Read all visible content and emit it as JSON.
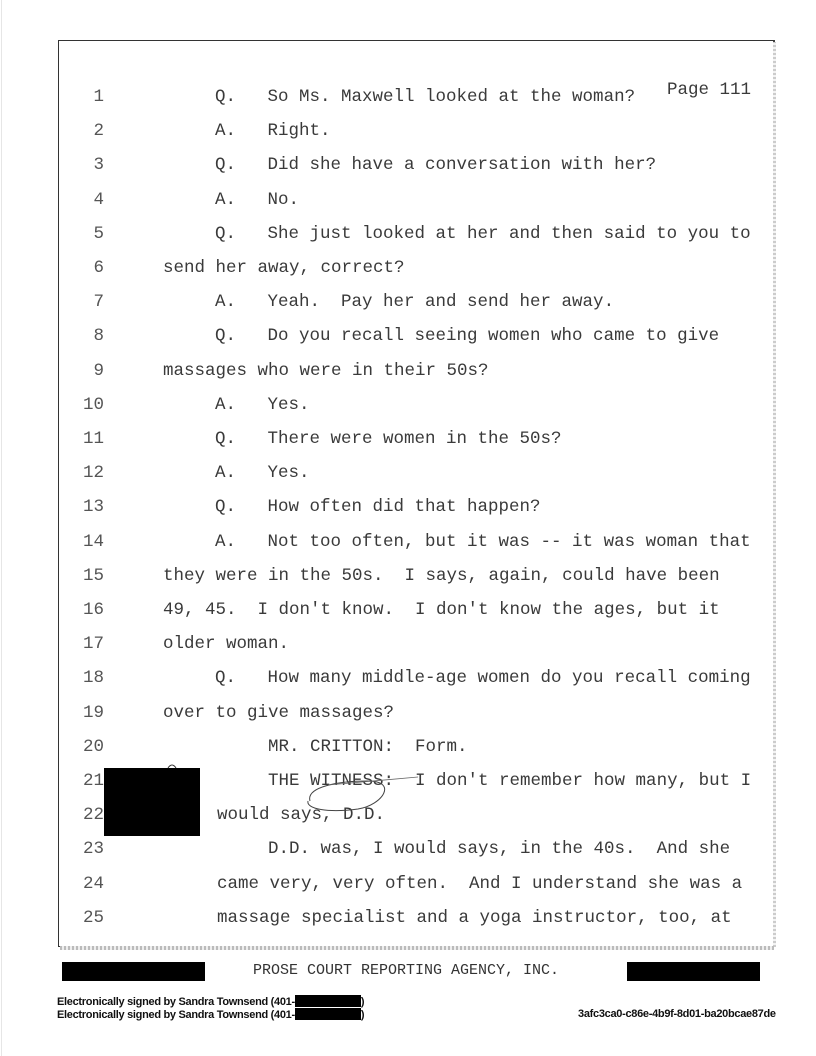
{
  "page_label": "Page 111",
  "lines": [
    {
      "n": "1",
      "text": "Q.   So Ms. Maxwell looked at the woman?"
    },
    {
      "n": "2",
      "text": "A.   Right."
    },
    {
      "n": "3",
      "text": "Q.   Did she have a conversation with her?"
    },
    {
      "n": "4",
      "text": "A.   No."
    },
    {
      "n": "5",
      "text": "Q.   She just looked at her and then said to you to"
    },
    {
      "n": "6",
      "text": "send her away, correct?"
    },
    {
      "n": "7",
      "text": "A.   Yeah.  Pay her and send her away."
    },
    {
      "n": "8",
      "text": "Q.   Do you recall seeing women who came to give"
    },
    {
      "n": "9",
      "text": "massages who were in their 50s?"
    },
    {
      "n": "10",
      "text": "A.   Yes."
    },
    {
      "n": "11",
      "text": "Q.   There were women in the 50s?"
    },
    {
      "n": "12",
      "text": "A.   Yes."
    },
    {
      "n": "13",
      "text": "Q.   How often did that happen?"
    },
    {
      "n": "14",
      "text": "A.   Not too often, but it was -- it was woman that"
    },
    {
      "n": "15",
      "text": "they were in the 50s.  I says, again, could have been"
    },
    {
      "n": "16",
      "text": "49, 45.  I don't know.  I don't know the ages, but it"
    },
    {
      "n": "17",
      "text": "older woman."
    },
    {
      "n": "18",
      "text": "Q.   How many middle-age women do you recall coming"
    },
    {
      "n": "19",
      "text": "over to give massages?"
    },
    {
      "n": "20",
      "text": "MR. CRITTON:  Form."
    },
    {
      "n": "21",
      "text": "THE WITNESS:  I don't remember how many, but I"
    },
    {
      "n": "22",
      "text": "would says, D.D."
    },
    {
      "n": "23",
      "text": "D.D. was, I would says, in the 40s.  And she"
    },
    {
      "n": "24",
      "text": "came very, very often.  And I understand she was a"
    },
    {
      "n": "25",
      "text": "massage specialist and a yoga instructor, too, at"
    }
  ],
  "footer": {
    "agency": "PROSE COURT REPORTING AGENCY, INC.",
    "signatures": [
      "Electronically signed by Sandra Townsend (401-",
      "Electronically signed by Sandra Townsend (401-"
    ],
    "signature_close": ")",
    "document_id": "3afc3ca0-c86e-4b9f-8d01-ba20bcae87de"
  }
}
